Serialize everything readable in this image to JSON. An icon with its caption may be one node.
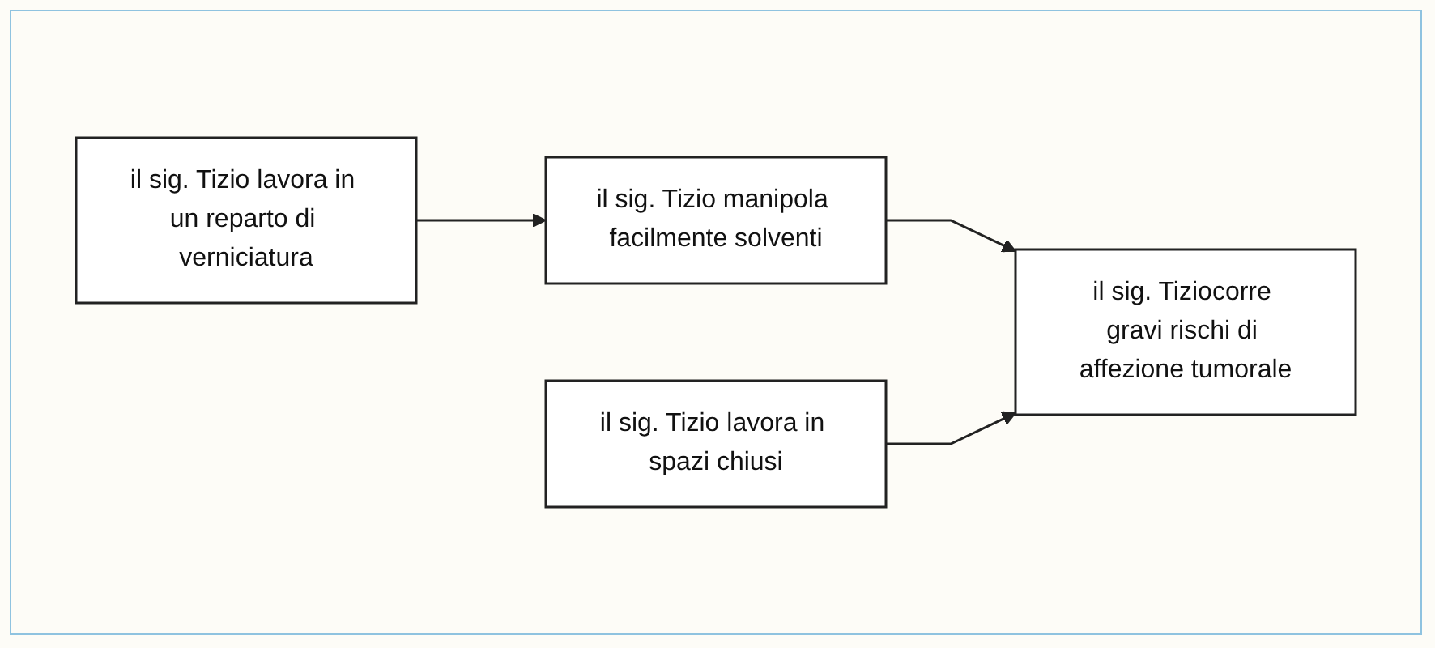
{
  "diagram": {
    "nodes": [
      {
        "text": [
          "il sig. Tizio lavora in un reparto di verniciatura"
        ]
      },
      {
        "text": [
          "il sig. Tizio manipola facilmente solventi"
        ]
      },
      {
        "text": [
          "il sig. Tizio lavora in spazi chiusi"
        ]
      },
      {
        "text": [
          "il sig. Tiziocorre gravi rischi di affezione tumorale"
        ]
      }
    ],
    "edges": [
      {
        "from": 0,
        "to": 1,
        "arrow": "to"
      },
      {
        "from": 1,
        "to": 3,
        "arrow": "to"
      },
      {
        "from": 2,
        "to": 3,
        "arrow": "to"
      }
    ]
  }
}
